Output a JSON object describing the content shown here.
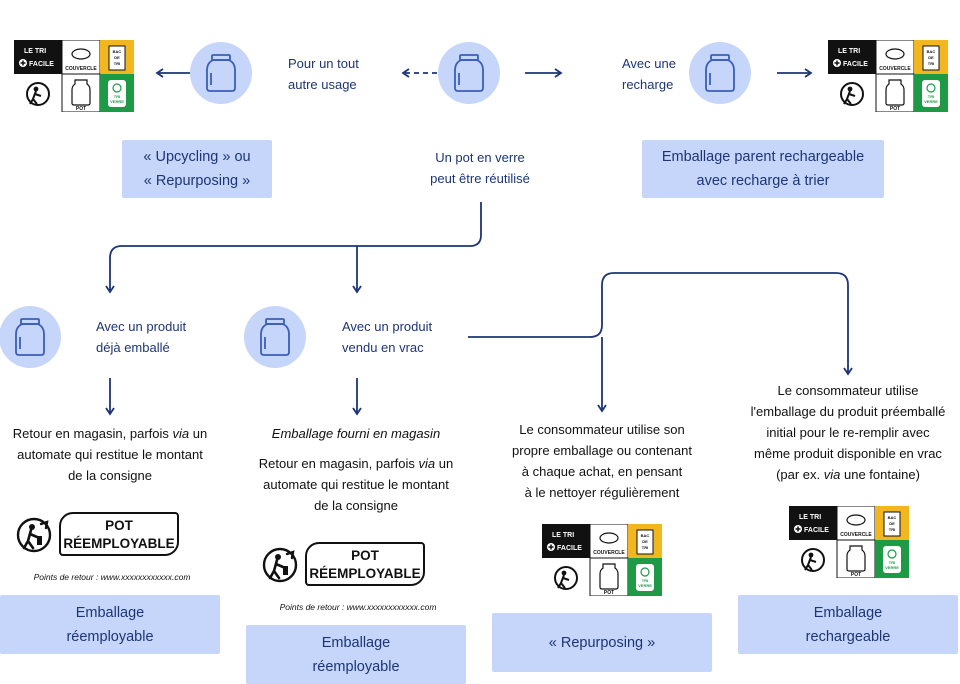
{
  "top": {
    "center_label": [
      "Un pot en verre",
      "peut être réutilisé"
    ],
    "left_label": [
      "Pour un tout",
      "autre usage"
    ],
    "right_label": [
      "Avec une",
      "recharge"
    ],
    "upcycling_box": [
      "« Upcycling » ou",
      "« Repurposing »"
    ],
    "parent_box": [
      "Emballage parent rechargeable",
      "avec recharge à trier"
    ]
  },
  "branches": {
    "emballe_label": [
      "Avec un produit",
      "déjà emballé"
    ],
    "vrac_label": [
      "Avec un produit",
      "vendu en vrac"
    ],
    "retour_text": [
      "Retour en magasin, parfois ",
      "via",
      " un",
      "automate qui restitue le montant",
      "de la consigne"
    ],
    "emballage_fourni": "Emballage fourni en magasin",
    "propre_emballage": [
      "Le consommateur utilise son",
      "propre emballage ou contenant",
      "à chaque achat, en pensant",
      "à le nettoyer régulièrement"
    ],
    "preemballe": [
      "Le consommateur utilise",
      "l'emballage du produit préemballé",
      "initial pour  le re-remplir avec",
      "même produit disponible en vrac",
      "(par ex. ",
      "via",
      " une fontaine)"
    ]
  },
  "pot_logo": {
    "line1": "POT",
    "line2": "RÉEMPLOYABLE",
    "points_retour": "Points de retour : www.xxxxxxxxxxxx.com"
  },
  "triman": {
    "le_tri": "LE TRI",
    "facile": "FACILE",
    "couvercle": "COUVERCLE",
    "bac": [
      "BAC",
      "DE",
      "TRI"
    ],
    "pot": "POT",
    "tri_verre": [
      "TRI",
      "VERRE"
    ]
  },
  "bottom_boxes": {
    "b1": [
      "Emballage",
      "réemployable"
    ],
    "b2": [
      "Emballage",
      "réemployable"
    ],
    "b3": "« Repurposing »",
    "b4": [
      "Emballage",
      "rechargeable"
    ]
  },
  "colors": {
    "accent": "#c6d6fa",
    "arrow": "#1d3576",
    "yellow": "#f2b61f",
    "green": "#1e9a46"
  }
}
